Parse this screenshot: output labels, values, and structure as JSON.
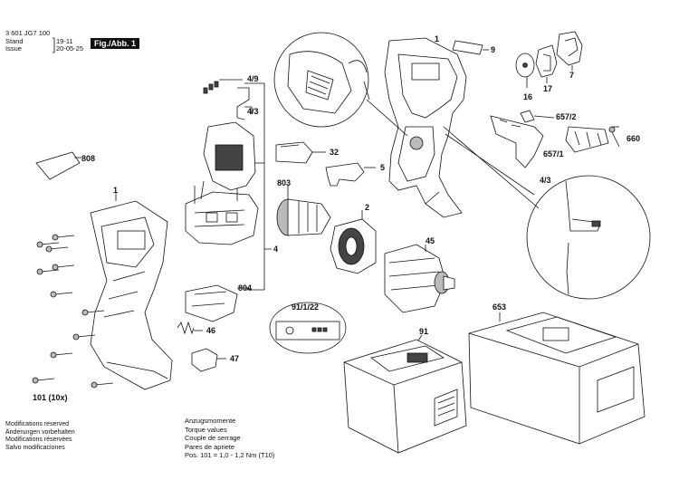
{
  "header": {
    "doc_number": "3 601 JG7 100",
    "stand_label": "Stand",
    "stand_value": "19-11",
    "issue_label": "Issue",
    "issue_value": "20-05-25",
    "fig_label": "Fig./Abb. 1"
  },
  "callouts": {
    "c1_top": "1",
    "c9": "9",
    "c17": "17",
    "c7": "7",
    "c16": "16",
    "c657_2": "657/2",
    "c657_1": "657/1",
    "c660": "660",
    "c4_9": "4/9",
    "c4_3a": "4/3",
    "c32": "32",
    "c5": "5",
    "c808": "808",
    "c803": "803",
    "c2": "2",
    "c45": "45",
    "c4": "4",
    "c1_left": "1",
    "c804": "804",
    "c46": "46",
    "c47": "47",
    "c4_3b": "4/3",
    "c653": "653",
    "c91_1_22": "91/1/22",
    "c91": "91",
    "c101": "101 (10x)"
  },
  "torque": {
    "lines": [
      "Anzugsmomente",
      "Torque values",
      "Couple de serrage",
      "Pares de apriete",
      "Pos. 101  =  1,0 - 1,2 Nm (T10)"
    ]
  },
  "modifications": {
    "lines": [
      "Modifications reserved",
      "Änderungen vorbehalten",
      "Modifications réservées",
      "Salvo modificaciones"
    ]
  }
}
